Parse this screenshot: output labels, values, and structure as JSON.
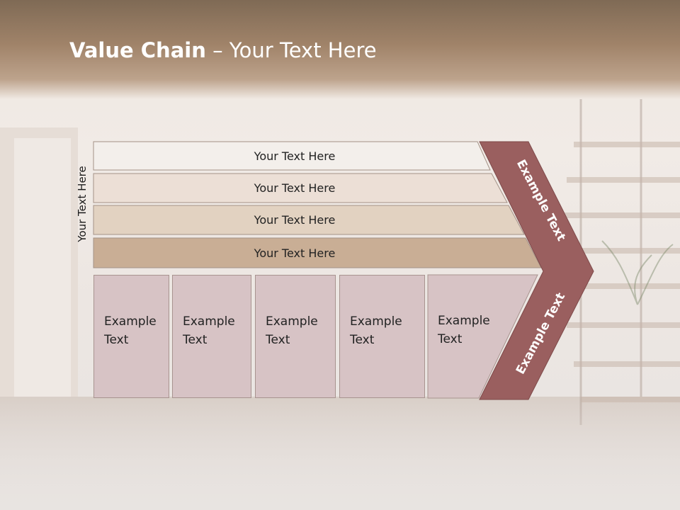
{
  "slide": {
    "title_bold": "Value Chain",
    "title_rest": " – Your Text Here",
    "side_label": "Your Text Here",
    "rows": [
      "Your Text Here",
      "Your Text Here",
      "Your Text Here",
      "Your Text Here"
    ],
    "boxes": [
      {
        "line1": "Example",
        "line2": "Text"
      },
      {
        "line1": "Example",
        "line2": "Text"
      },
      {
        "line1": "Example",
        "line2": "Text"
      },
      {
        "line1": "Example",
        "line2": "Text"
      },
      {
        "line1": "Example",
        "line2": "Text"
      }
    ],
    "arrow_upper": "Example Text",
    "arrow_lower": "Example Text"
  },
  "colors": {
    "header": "#a08369",
    "row1": "#f3efeb",
    "row2": "#ecdfd6",
    "row3": "#e2d2c1",
    "row4": "#c9ae95",
    "box_fill": "#d7c3c5",
    "arrow": "#9a5f5f"
  }
}
